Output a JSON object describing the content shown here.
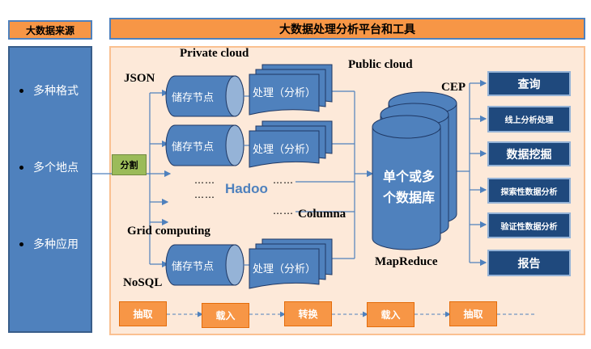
{
  "source": {
    "title": "大数据来源",
    "items": [
      "多种格式",
      "多个地点",
      "多种应用"
    ]
  },
  "platform": {
    "title": "大数据处理分析平台和工具"
  },
  "labels": {
    "private_cloud": "Private cloud",
    "json": "JSON",
    "public_cloud": "Public cloud",
    "cep": "CEP",
    "hadoo": "Hadoo",
    "columna": "Columna",
    "grid": "Grid computing",
    "nosql": "NoSQL",
    "mapreduce": "MapReduce",
    "dots": "……"
  },
  "split": "分割",
  "storage_node": "储存节点",
  "process": "处理（分析）",
  "database": {
    "line1": "单个或多",
    "line2": "个数据库"
  },
  "outputs": [
    "查询",
    "线上分析处理",
    "数据挖掘",
    "探索性数据分析",
    "验证性数据分析",
    "报告"
  ],
  "pipeline": [
    "抽取",
    "载入",
    "转换",
    "载入",
    "抽取"
  ],
  "colors": {
    "orange": "#f79646",
    "blue": "#4f81bd",
    "navy": "#1f497d",
    "green": "#9bbb59",
    "peach": "#fde9d9"
  }
}
